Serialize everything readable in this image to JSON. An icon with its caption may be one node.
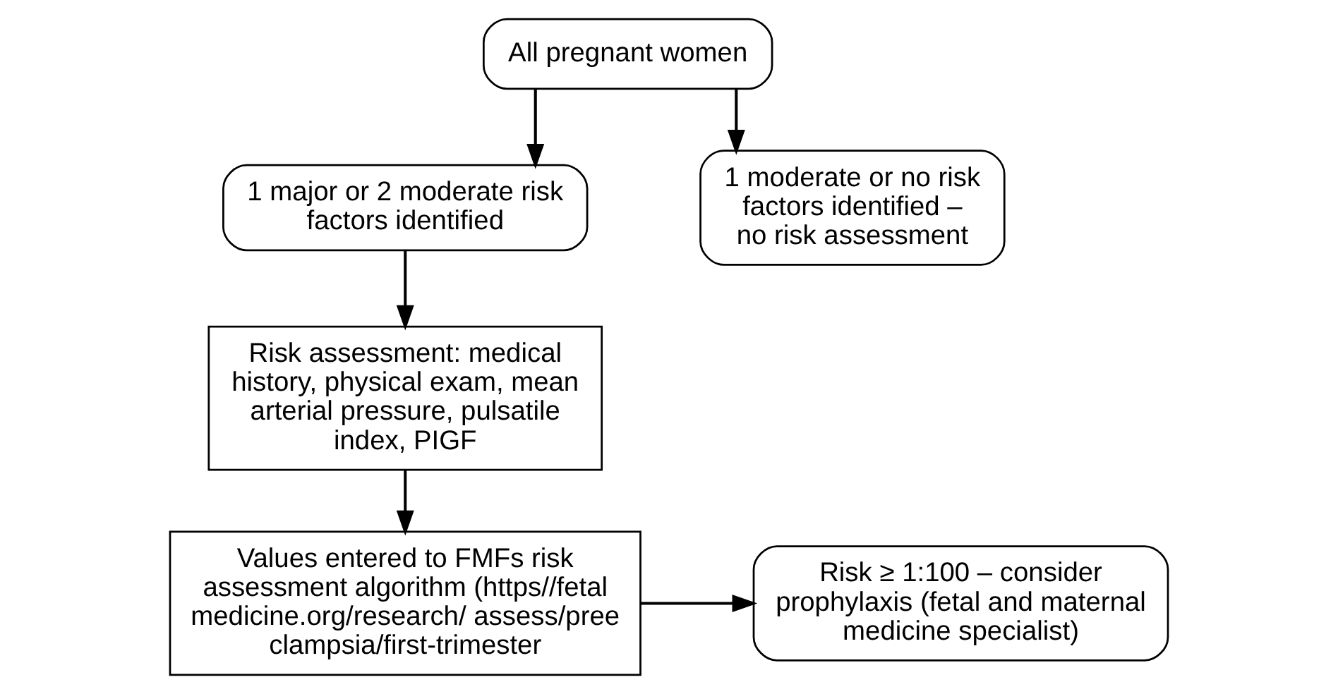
{
  "diagram": {
    "nodes": [
      {
        "text": [
          "All pregnant women"
        ]
      },
      {
        "text": [
          "1 major or 2 moderate risk factors identified"
        ]
      },
      {
        "text": [
          "1 moderate or no risk factors identified – no risk assessment"
        ]
      },
      {
        "text": [
          "Risk assessment: medical history, physical exam, mean arterial pressure, pulsatile index, PIGF"
        ]
      },
      {
        "text": [
          "Values entered to FMFs risk assessment algorithm (https//fetalmedicine.org/research/ assess/preeclampsia/first-trimester"
        ]
      },
      {
        "text": [
          "Risk ≥ 1:100 – consider prophylaxis (fetal and maternal medicine specialist)"
        ]
      }
    ],
    "edges": [
      {
        "from": 0,
        "to": 1,
        "arrow": "to"
      },
      {
        "from": 0,
        "to": 2,
        "arrow": "to"
      },
      {
        "from": 1,
        "to": 3,
        "arrow": "to"
      },
      {
        "from": 3,
        "to": 4,
        "arrow": "to"
      },
      {
        "from": 4,
        "to": 5,
        "arrow": "to"
      }
    ]
  }
}
